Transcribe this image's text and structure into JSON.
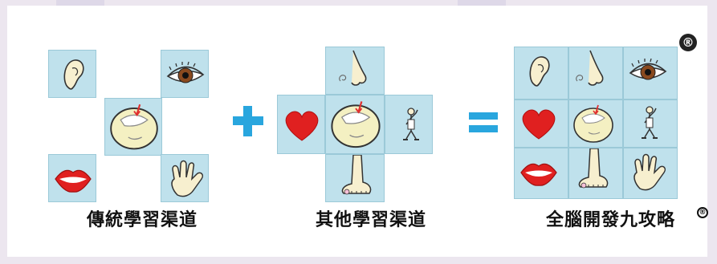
{
  "captions": {
    "traditional": "傳統學習渠道",
    "other": "其他學習渠道",
    "result": "全腦開發九攻略"
  },
  "operators": {
    "plus": "+",
    "equals": "="
  },
  "registered_mark": "®",
  "colors": {
    "tile": "#bfe1ec",
    "operator": "#29a6de",
    "heart": "#e02020",
    "brain": "#f4f0c2"
  },
  "groups": [
    {
      "name": "traditional",
      "icons": [
        "ear-icon",
        "eye-icon",
        "brain-icon",
        "mouth-icon",
        "hand-icon"
      ]
    },
    {
      "name": "other",
      "icons": [
        "nose-icon",
        "heart-icon",
        "brain-icon",
        "stick-figure-icon",
        "foot-icon"
      ]
    },
    {
      "name": "result",
      "icons": [
        "ear-icon",
        "nose-icon",
        "eye-icon",
        "heart-icon",
        "brain-icon",
        "stick-figure-icon",
        "mouth-icon",
        "foot-icon",
        "hand-icon"
      ]
    }
  ]
}
